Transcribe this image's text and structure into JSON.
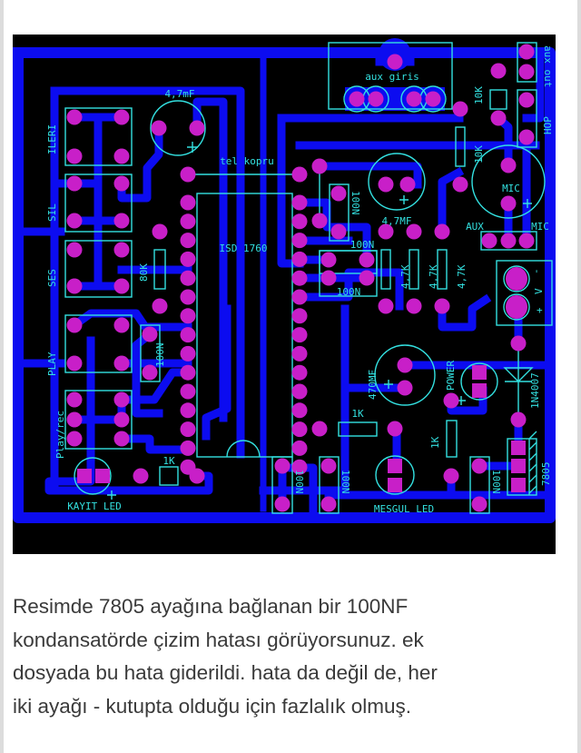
{
  "pcb": {
    "colors": {
      "trace": "#0c0cf0",
      "pad": "#c81fc8",
      "silk": "#33e0e0",
      "board": "#000000"
    },
    "labels": {
      "aux_giris": "aux giris",
      "aux_out": "aux out",
      "hop": "HOP",
      "r10k_a": "10K",
      "r10k_b": "10K",
      "mic": "MIC",
      "cap_47mf_top": "4,7mF",
      "tel_kopru": "tel kopru",
      "ileri": "ILERI",
      "sil": "SIL",
      "ses": "SES",
      "play": "PLAY",
      "play_rec": "Play/rec",
      "isd": "ISD 1760",
      "r80k": "80K",
      "c100n_play": "100N",
      "c100n_top": "100N",
      "cap_47mf_mid": "4,7MF",
      "c100n_h1": "100N",
      "c100n_h2": "100N",
      "r47k_1": "4,7K",
      "r47k_2": "4,7K",
      "r47k_3": "4,7K",
      "aux": "AUX",
      "mic_sel": "MIC",
      "pwr_minus": "-",
      "pwr_v": "V",
      "pwr_plus": "+",
      "cap_470mf": "470MF",
      "power": "POWER",
      "diode": "1N4007",
      "reg": "7805",
      "r1k_mid": "1K",
      "r1k_vert": "1K",
      "r1k_bottom": "1K",
      "mesgul_led": "MESGUL LED",
      "kayit_led": "KAYIT LED",
      "c100n_b1": "100N",
      "c100n_b2": "100N",
      "c100n_b3": "100N"
    }
  },
  "caption": {
    "lines": [
      "Resimde 7805 ayağına bağlanan bir 100NF",
      "kondansatörde çizim hatası görüyorsunuz. ek",
      "dosyada bu hata giderildi. hata da değil de, her",
      "iki ayağı - kutupta olduğu için fazlalık olmuş."
    ]
  }
}
